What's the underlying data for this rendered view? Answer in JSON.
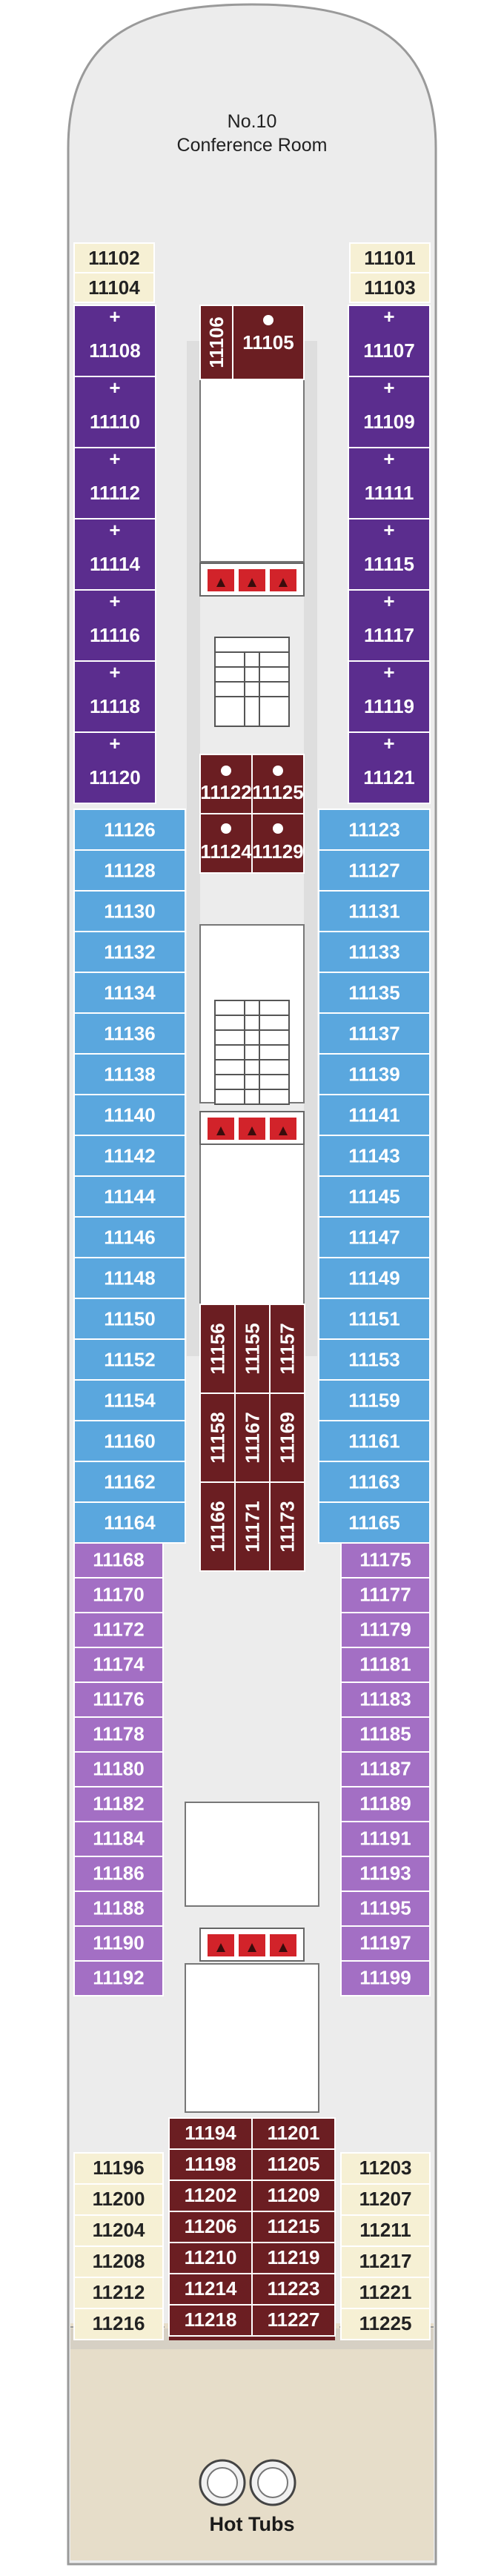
{
  "deck": {
    "bow_title_line1": "No.10",
    "bow_title_line2": "Conference Room",
    "stern_title": "Hot Tubs"
  },
  "legend_colors": {
    "suite_dark_purple": "#5b2d8e",
    "suite_purple": "#7b4fa8",
    "balcony_blue": "#5aa7de",
    "oceanview_lavender": "#a36fc4",
    "inside_maroon": "#6b1e22",
    "cream": "#f6f0d4",
    "hull_grey": "#ececec",
    "stern_tan": "#e6ddc9",
    "stairs_red": "#d2232a"
  },
  "cabins": {
    "cream_fore_left": [
      "11102",
      "11104"
    ],
    "cream_fore_right": [
      "11101",
      "11103"
    ],
    "suites_left": [
      "11108",
      "11110",
      "11112",
      "11114",
      "11116",
      "11118",
      "11120"
    ],
    "suites_right": [
      "11107",
      "11109",
      "11111",
      "11115",
      "11117",
      "11119",
      "11121"
    ],
    "balcony_left": [
      "11126",
      "11128",
      "11130",
      "11132",
      "11134",
      "11136",
      "11138",
      "11140",
      "11142",
      "11144",
      "11146",
      "11148",
      "11150",
      "11152",
      "11154",
      "11160",
      "11162",
      "11164"
    ],
    "balcony_right": [
      "11123",
      "11127",
      "11131",
      "11133",
      "11135",
      "11137",
      "11139",
      "11141",
      "11143",
      "11145",
      "11147",
      "11149",
      "11151",
      "11153",
      "11159",
      "11161",
      "11163",
      "11165"
    ],
    "lavender_left": [
      "11168",
      "11170",
      "11172",
      "11174",
      "11176",
      "11178",
      "11180",
      "11182",
      "11184",
      "11186",
      "11188",
      "11190",
      "11192"
    ],
    "lavender_right": [
      "11175",
      "11177",
      "11179",
      "11181",
      "11183",
      "11185",
      "11187",
      "11189",
      "11191",
      "11193",
      "11195",
      "11197",
      "11199"
    ],
    "cream_aft_left": [
      "11196",
      "11200",
      "11204",
      "11208",
      "11212",
      "11216"
    ],
    "cream_aft_right": [
      "11203",
      "11207",
      "11211",
      "11217",
      "11221",
      "11225"
    ],
    "inside_fore_top": [
      "11106",
      "11105"
    ],
    "inside_fore_pair_a": [
      "11122",
      "11125"
    ],
    "inside_fore_pair_b": [
      "11124",
      "11129"
    ],
    "inside_mid_row1": [
      "11156",
      "11155",
      "11157"
    ],
    "inside_mid_row2": [
      "11158",
      "11167",
      "11169"
    ],
    "inside_mid_row3": [
      "11166",
      "11171",
      "11173"
    ],
    "inside_aft_left": [
      "11194",
      "11198",
      "11202",
      "11206",
      "11210",
      "11214",
      "11218"
    ],
    "inside_aft_right": [
      "11201",
      "11205",
      "11209",
      "11215",
      "11219",
      "11223",
      "11227"
    ]
  }
}
